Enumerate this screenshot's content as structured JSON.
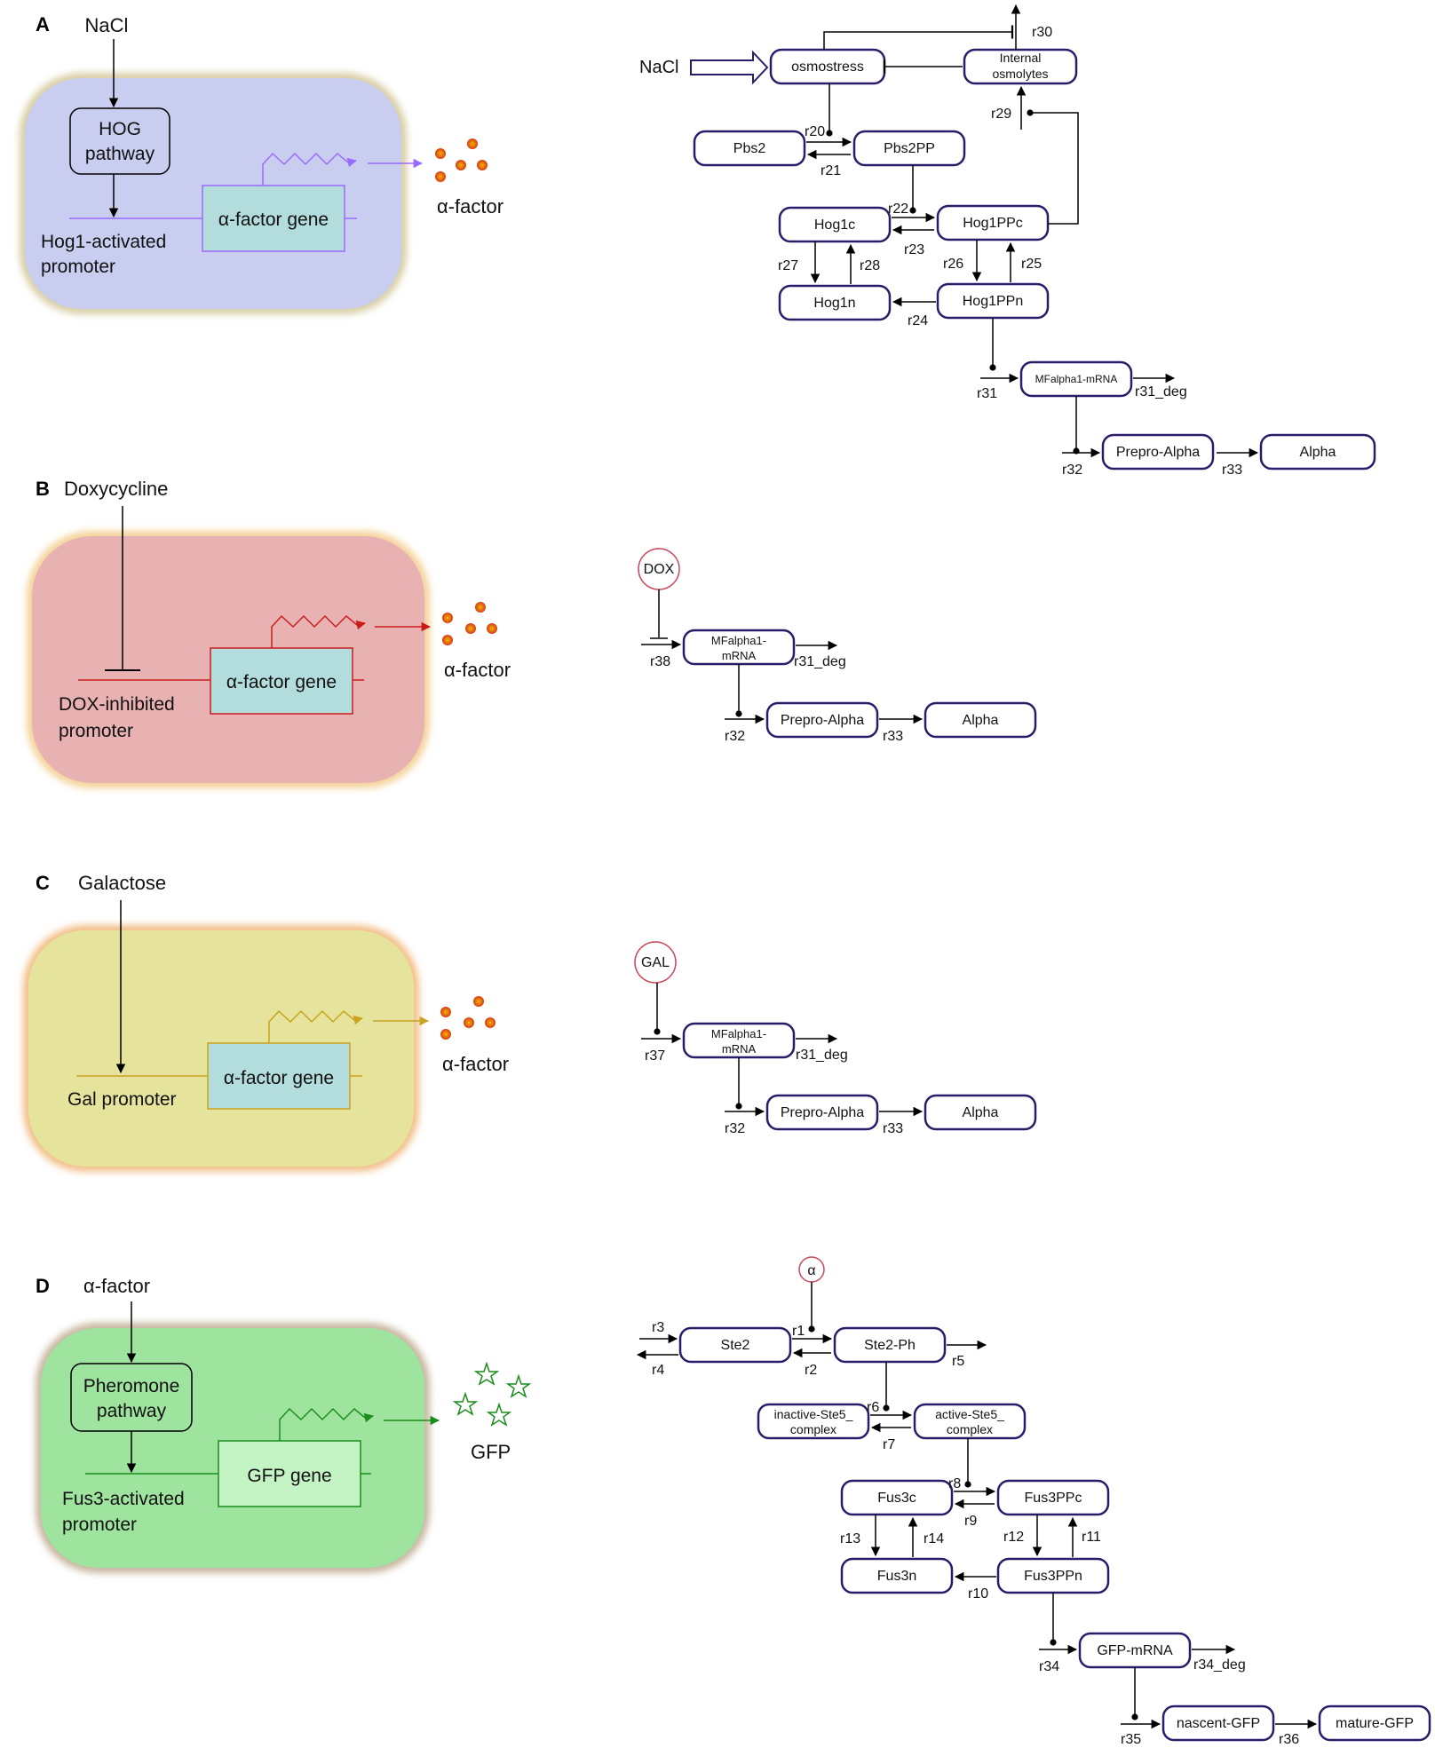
{
  "colors": {
    "node_border": "#2d1b69",
    "small_circle": "#c8485a",
    "panel_a_fill": "#c9cdef",
    "panel_b_fill": "#e9b2b2",
    "panel_c_fill": "#e6e49c",
    "panel_d_fill": "#9ee39e",
    "gene_box": "#b3dcdc",
    "gfp_box": "#c4f3c4",
    "purple_line": "#9b6bff",
    "red_line": "#cc1b1b",
    "gold_line": "#c9a21e",
    "green_line": "#1c8c1c"
  },
  "panels": {
    "A": {
      "letter": "A",
      "input": "NaCl",
      "pathway_line1": "HOG",
      "pathway_line2": "pathway",
      "gene": "α-factor gene",
      "promoter_line1": "Hog1-activated",
      "promoter_line2": "promoter",
      "product": "α-factor"
    },
    "B": {
      "letter": "B",
      "input": "Doxycycline",
      "gene": "α-factor gene",
      "promoter_line1": "DOX-inhibited",
      "promoter_line2": "promoter",
      "product": "α-factor"
    },
    "C": {
      "letter": "C",
      "input": "Galactose",
      "gene": "α-factor gene",
      "promoter_line1": "Gal promoter",
      "product": "α-factor"
    },
    "D": {
      "letter": "D",
      "input": "α-factor",
      "pathway_line1": "Pheromone",
      "pathway_line2": "pathway",
      "gene": "GFP gene",
      "promoter_line1": "Fus3-activated",
      "promoter_line2": "promoter",
      "product": "GFP"
    }
  },
  "network_a": {
    "nacl": "NaCl",
    "osmostress": "osmostress",
    "internal_line1": "Internal",
    "internal_line2": "osmolytes",
    "pbs2": "Pbs2",
    "pbs2pp": "Pbs2PP",
    "hog1c": "Hog1c",
    "hog1ppc": "Hog1PPc",
    "hog1n": "Hog1n",
    "hog1ppn": "Hog1PPn",
    "mrna": "MFalpha1-mRNA",
    "prepro": "Prepro-Alpha",
    "alpha": "Alpha",
    "r20": "r20",
    "r21": "r21",
    "r22": "r22",
    "r23": "r23",
    "r24": "r24",
    "r25": "r25",
    "r26": "r26",
    "r27": "r27",
    "r28": "r28",
    "r29": "r29",
    "r30": "r30",
    "r31": "r31",
    "r31_deg": "r31_deg",
    "r32": "r32",
    "r33": "r33"
  },
  "network_b": {
    "dox": "DOX",
    "mrna_line1": "MFalpha1-",
    "mrna_line2": "mRNA",
    "prepro": "Prepro-Alpha",
    "alpha": "Alpha",
    "r38": "r38",
    "r31_deg": "r31_deg",
    "r32": "r32",
    "r33": "r33"
  },
  "network_c": {
    "gal": "GAL",
    "mrna_line1": "MFalpha1-",
    "mrna_line2": "mRNA",
    "prepro": "Prepro-Alpha",
    "alpha": "Alpha",
    "r37": "r37",
    "r31_deg": "r31_deg",
    "r32": "r32",
    "r33": "r33"
  },
  "network_d": {
    "alpha_sym": "α",
    "ste2": "Ste2",
    "ste2ph": "Ste2-Ph",
    "inactive_line1": "inactive-Ste5_",
    "inactive_line2": "complex",
    "active_line1": "active-Ste5_",
    "active_line2": "complex",
    "fus3c": "Fus3c",
    "fus3ppc": "Fus3PPc",
    "fus3n": "Fus3n",
    "fus3ppn": "Fus3PPn",
    "gfp_mrna": "GFP-mRNA",
    "nascent": "nascent-GFP",
    "mature": "mature-GFP",
    "r1": "r1",
    "r2": "r2",
    "r3": "r3",
    "r4": "r4",
    "r5": "r5",
    "r6": "r6",
    "r7": "r7",
    "r8": "r8",
    "r9": "r9",
    "r10": "r10",
    "r11": "r11",
    "r12": "r12",
    "r13": "r13",
    "r14": "r14",
    "r34": "r34",
    "r34_deg": "r34_deg",
    "r35": "r35",
    "r36": "r36"
  }
}
